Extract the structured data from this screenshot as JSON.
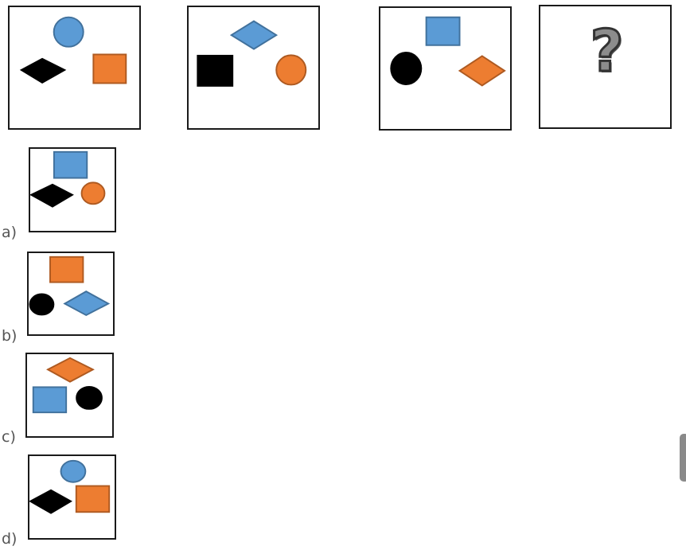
{
  "sequence": {
    "missing_symbol": "?"
  },
  "options": [
    {
      "label": "a)"
    },
    {
      "label": "b)"
    },
    {
      "label": "c)"
    },
    {
      "label": "d)"
    }
  ],
  "colors": {
    "blue": "#5b9bd5",
    "orange": "#ed7d31",
    "black": "#000000"
  }
}
